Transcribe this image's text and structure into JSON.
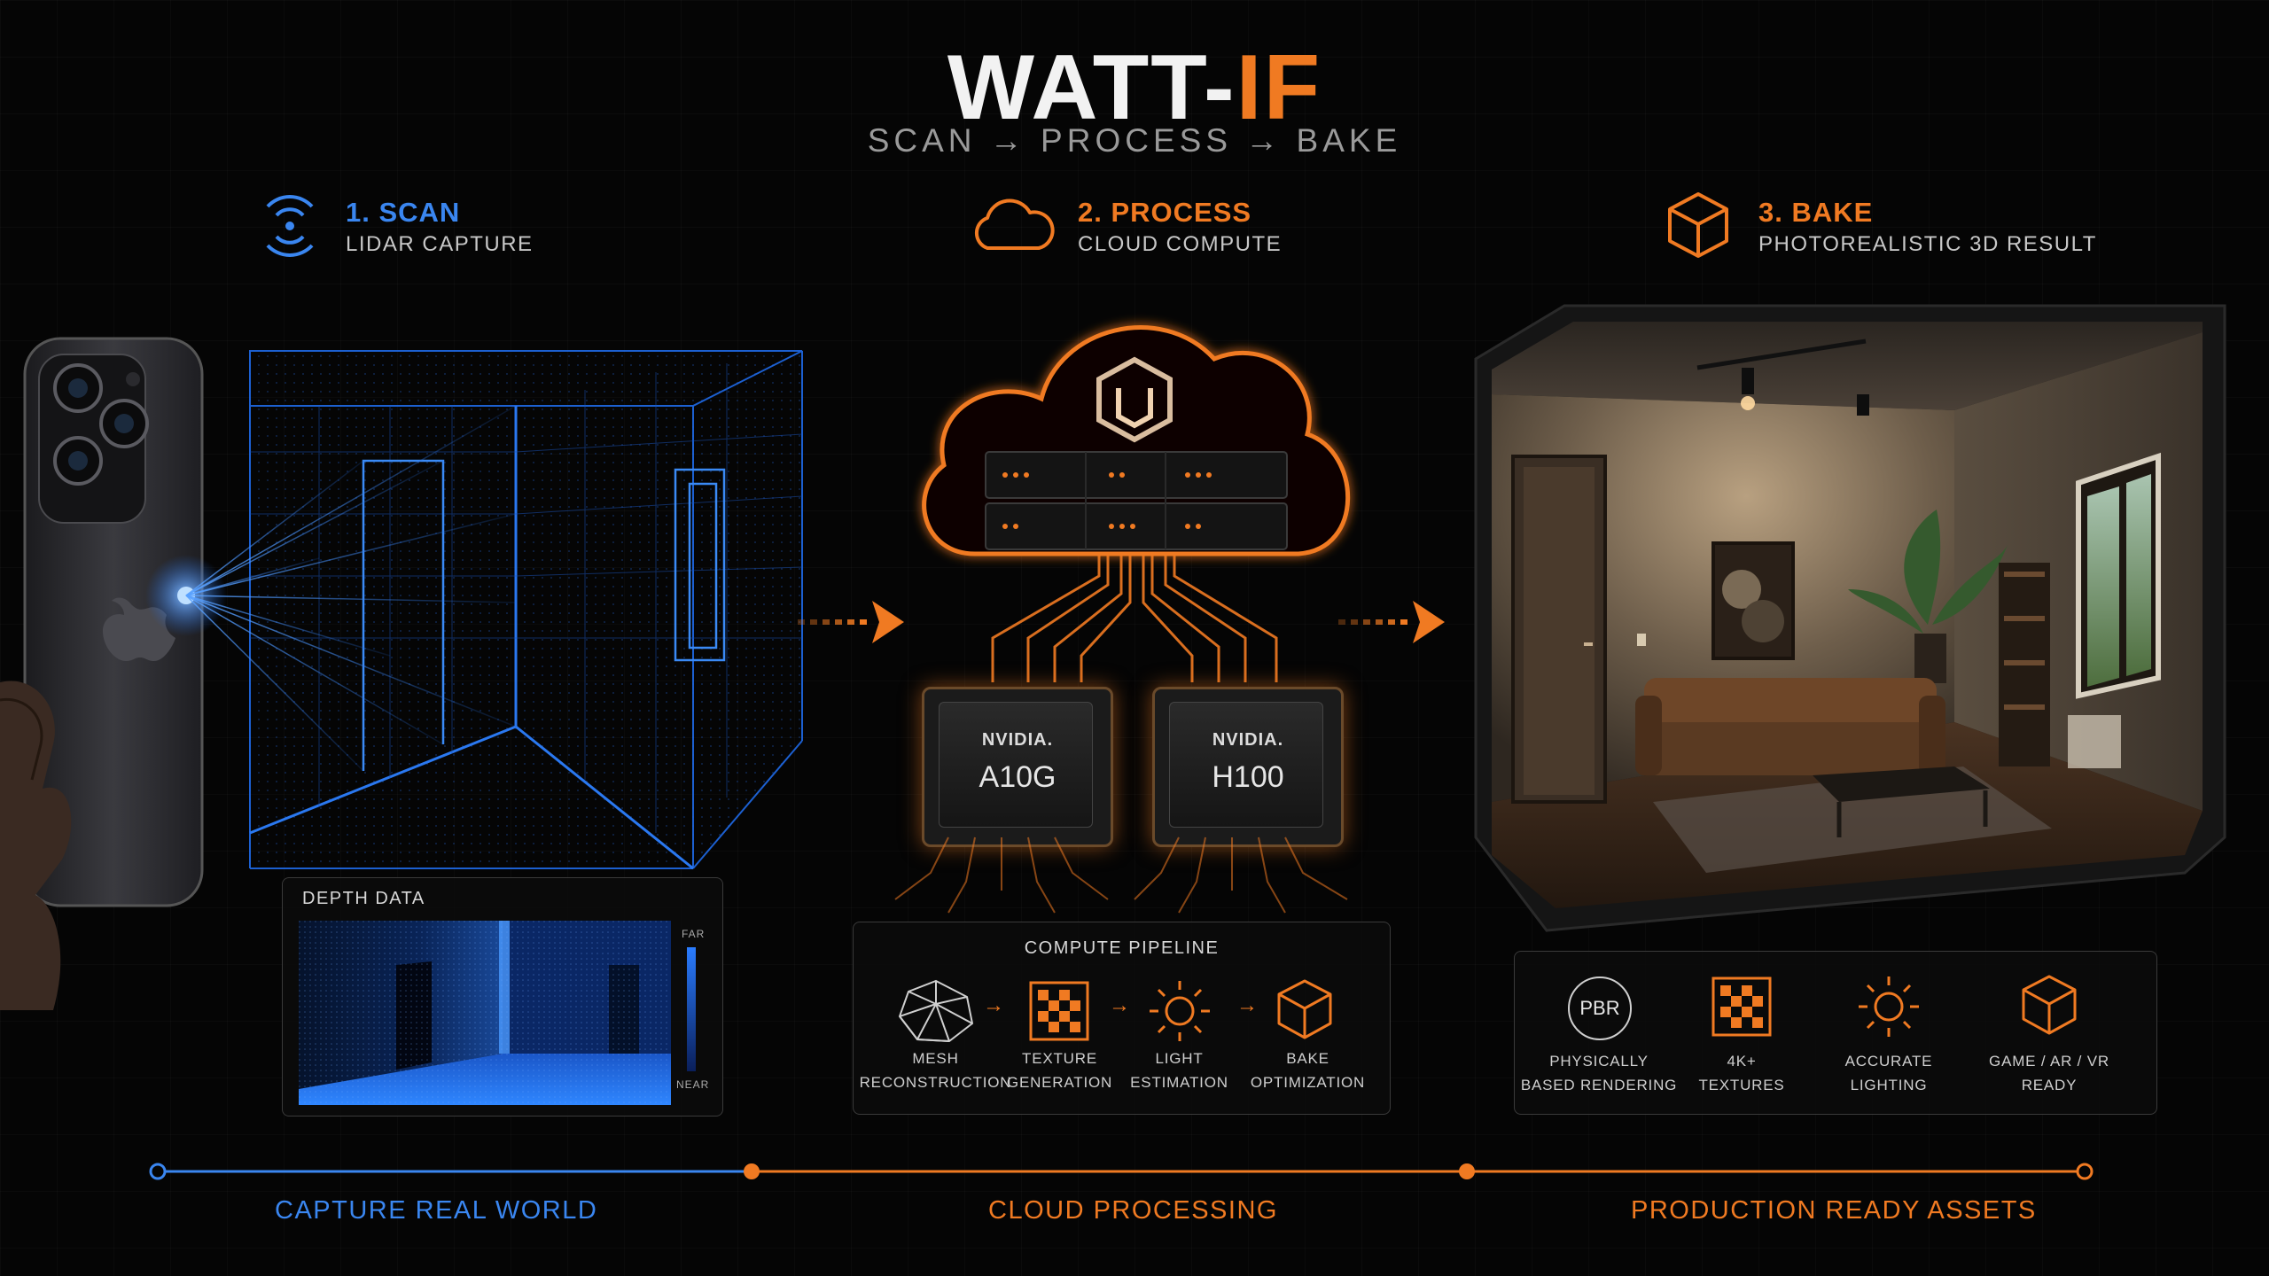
{
  "brand": {
    "name_main": "WATT-",
    "name_accent": "IF",
    "tagline": "SCAN → PROCESS → BAKE"
  },
  "steps": [
    {
      "title": "1. SCAN",
      "subtitle": "LIDAR CAPTURE",
      "icon": "lidar-waves-icon"
    },
    {
      "title": "2. PROCESS",
      "subtitle": "CLOUD COMPUTE",
      "icon": "cloud-icon"
    },
    {
      "title": "3. BAKE",
      "subtitle": "PHOTOREALISTIC 3D RESULT",
      "icon": "cube-icon"
    }
  ],
  "depth_panel": {
    "title": "DEPTH DATA",
    "scale_far": "FAR",
    "scale_near": "NEAR"
  },
  "gpus": [
    {
      "brand": "NVIDIA.",
      "model": "A10G"
    },
    {
      "brand": "NVIDIA.",
      "model": "H100"
    }
  ],
  "pipeline": {
    "title": "COMPUTE PIPELINE",
    "steps": [
      {
        "line1": "MESH",
        "line2": "RECONSTRUCTION",
        "icon": "mesh-icon"
      },
      {
        "line1": "TEXTURE",
        "line2": "GENERATION",
        "icon": "texture-icon"
      },
      {
        "line1": "LIGHT",
        "line2": "ESTIMATION",
        "icon": "sun-icon"
      },
      {
        "line1": "BAKE",
        "line2": "OPTIMIZATION",
        "icon": "cube-icon"
      }
    ]
  },
  "features": [
    {
      "badge": "PBR",
      "line1": "PHYSICALLY",
      "line2": "BASED RENDERING",
      "icon": "pbr-badge-icon"
    },
    {
      "line1": "4K+",
      "line2": "TEXTURES",
      "icon": "texture-icon"
    },
    {
      "line1": "ACCURATE",
      "line2": "LIGHTING",
      "icon": "sun-icon"
    },
    {
      "line1": "GAME / AR / VR",
      "line2": "READY",
      "icon": "cube-icon"
    }
  ],
  "timeline": [
    {
      "label": "CAPTURE REAL WORLD"
    },
    {
      "label": "CLOUD PROCESSING"
    },
    {
      "label": "PRODUCTION READY ASSETS"
    }
  ],
  "colors": {
    "blue": "#3a86f0",
    "orange": "#f07a22",
    "background": "#050505"
  }
}
